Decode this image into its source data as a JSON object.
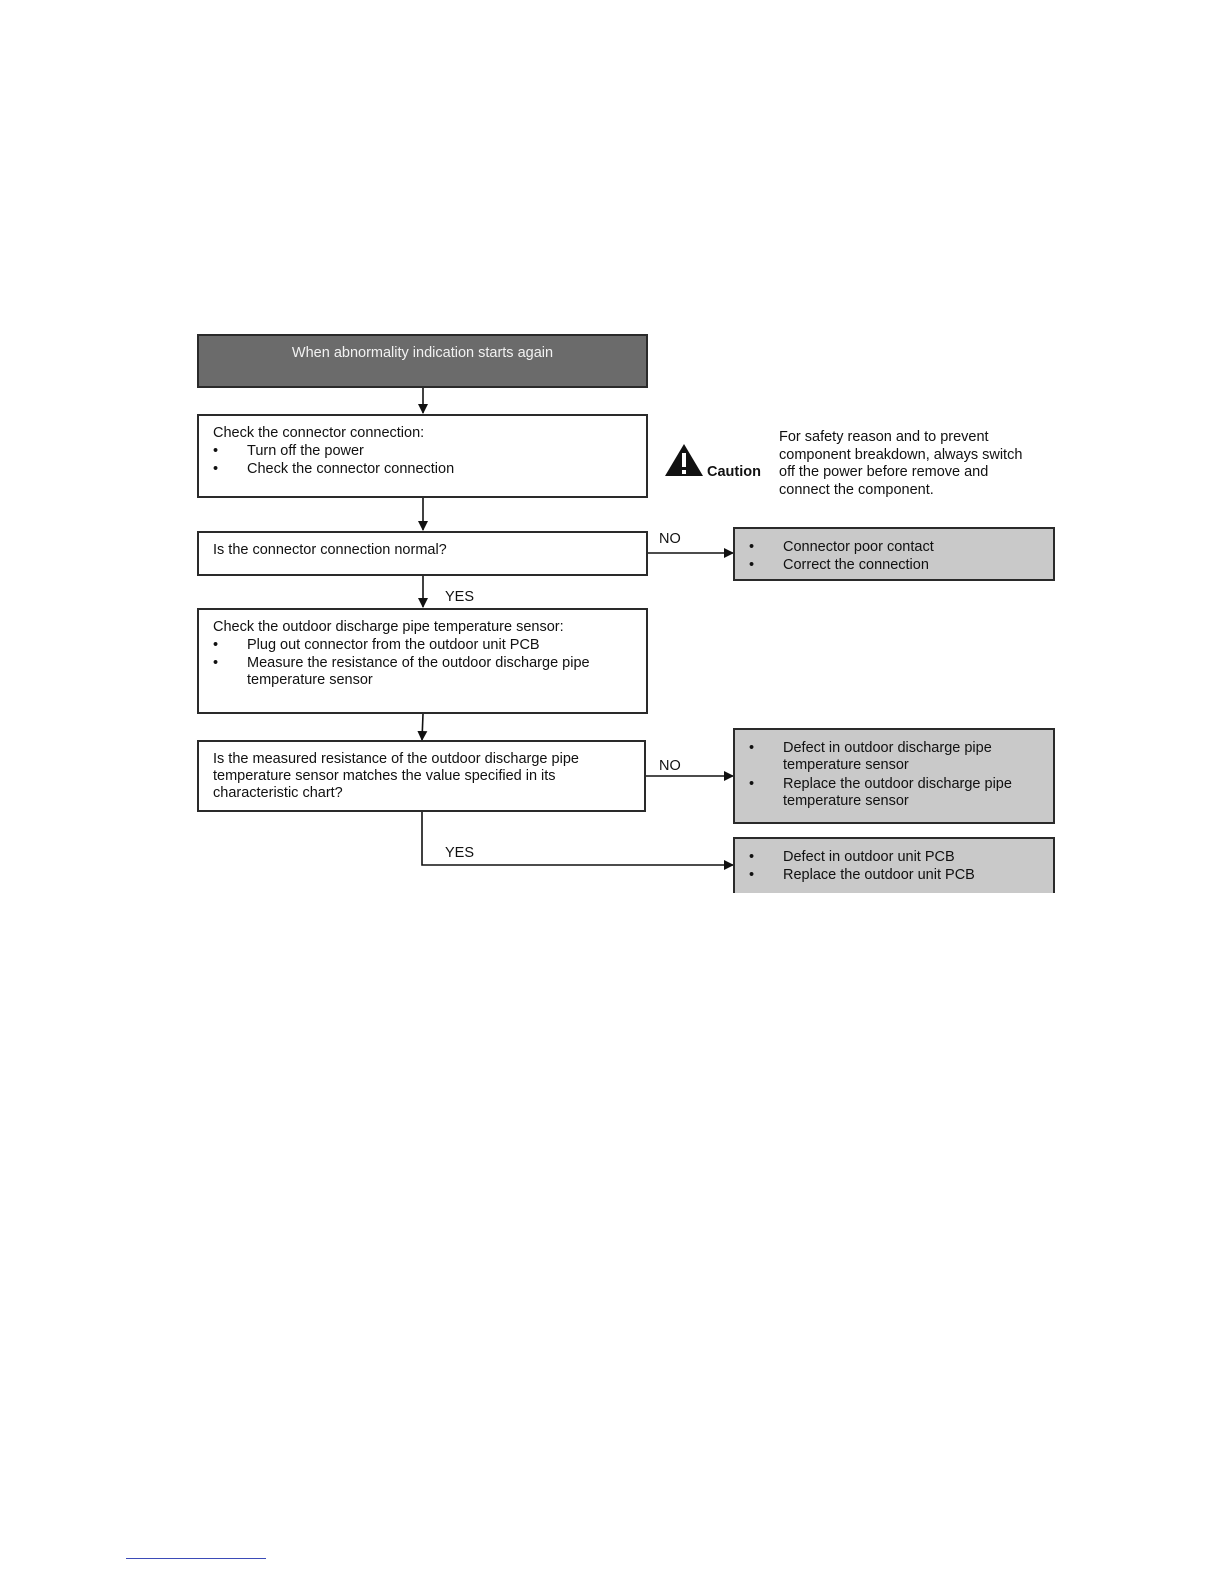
{
  "start": {
    "text": "When abnormality indication starts again"
  },
  "step1": {
    "title": "Check the connector connection:",
    "bullets": [
      "Turn off the power",
      "Check the connector connection"
    ]
  },
  "caution": {
    "label": "Caution",
    "lines": [
      "For safety reason and to prevent",
      "component breakdown, always switch",
      "off the power before remove and",
      "connect the component."
    ]
  },
  "decision1": {
    "text": "Is the connector connection normal?",
    "no_label": "NO",
    "yes_label": "YES"
  },
  "result1": {
    "bullets": [
      "Connector poor contact",
      "Correct the connection"
    ]
  },
  "step2": {
    "title": "Check the outdoor discharge pipe temperature sensor:",
    "bullets": [
      "Plug out connector from the outdoor unit PCB",
      "Measure the resistance of the outdoor discharge pipe",
      "temperature sensor"
    ]
  },
  "decision2": {
    "lines": [
      "Is the measured resistance of the outdoor discharge pipe",
      "temperature sensor matches the value specified in its",
      "characteristic chart?"
    ],
    "no_label": "NO",
    "yes_label": "YES"
  },
  "result2": {
    "bullets": [
      "Defect in outdoor discharge pipe",
      "temperature sensor",
      "Replace the outdoor discharge pipe",
      "temperature sensor"
    ]
  },
  "result3": {
    "bullets": [
      "Defect in outdoor unit PCB",
      "Replace the outdoor unit PCB"
    ]
  },
  "bullet_char": "•",
  "colors": {
    "start_fill": "#6b6b6b",
    "result_fill": "#c9c9c9",
    "line": "#2a2a2a"
  }
}
